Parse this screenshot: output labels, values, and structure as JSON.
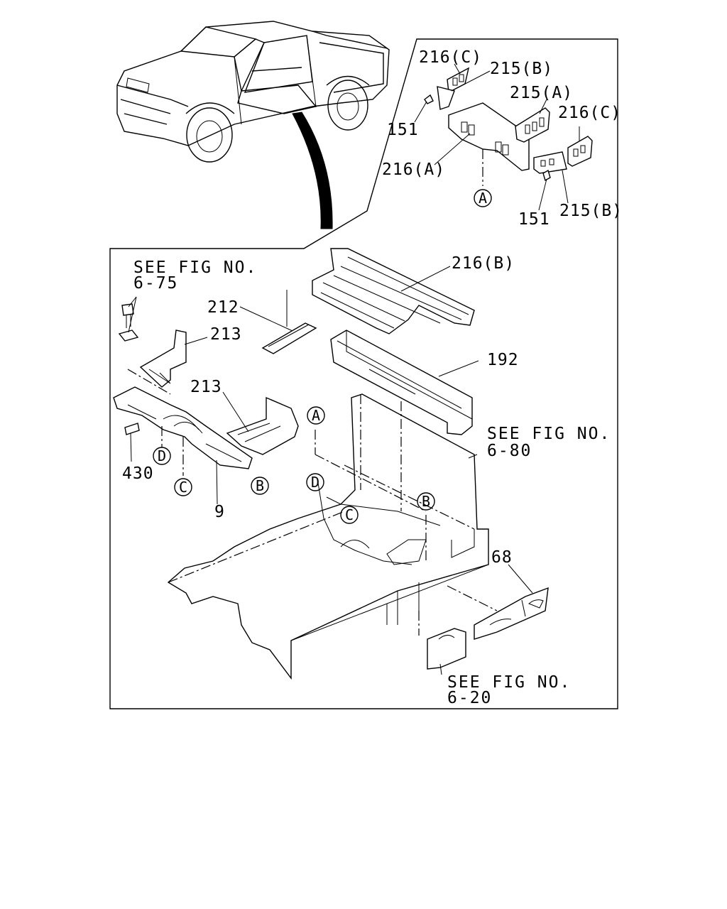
{
  "diagram": {
    "part_labels": {
      "p216c_top": "216(C)",
      "p215b_top": "215(B)",
      "p215a": "215(A)",
      "p216c_right": "216(C)",
      "p151_left": "151",
      "p216a": "216(A)",
      "p151_bottom": "151",
      "p215b_bottom": "215(B)",
      "p216b": "216(B)",
      "p212": "212",
      "p213_top": "213",
      "p192": "192",
      "p213_mid": "213",
      "p430": "430",
      "p9": "9",
      "p68": "68"
    },
    "callouts": {
      "a_detail": "A",
      "a_main": "A",
      "b_left": "B",
      "b_main": "B",
      "c_left": "C",
      "c_main": "C",
      "d_left": "D",
      "d_main": "D"
    },
    "references": {
      "fig_6_75_line1": "SEE FIG NO.",
      "fig_6_75_line2": "6-75",
      "fig_6_80_line1": "SEE FIG NO.",
      "fig_6_80_line2": "6-80",
      "fig_6_20_line1": "SEE FIG NO.",
      "fig_6_20_line2": "6-20"
    }
  }
}
